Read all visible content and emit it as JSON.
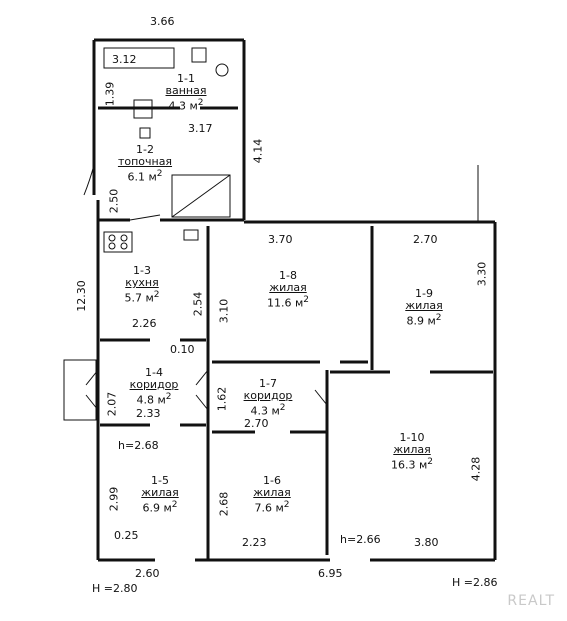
{
  "overall_dims": {
    "top_width": "3.66",
    "left_height": "12.30",
    "bottom_left": "2.60",
    "bottom_right": "6.95",
    "H_left": "H =2.80",
    "H_right": "H =2.86"
  },
  "rooms": [
    {
      "id": "1-1",
      "name": "ванная",
      "area": "4.3 м"
    },
    {
      "id": "1-2",
      "name": "топочная",
      "area": "6.1 м"
    },
    {
      "id": "1-3",
      "name": "кухня",
      "area": "5.7 м"
    },
    {
      "id": "1-4",
      "name": "коридор",
      "area": "4.8 м"
    },
    {
      "id": "1-5",
      "name": "жилая",
      "area": "6.9 м"
    },
    {
      "id": "1-6",
      "name": "жилая",
      "area": "7.6 м"
    },
    {
      "id": "1-7",
      "name": "коридор",
      "area": "4.3 м"
    },
    {
      "id": "1-8",
      "name": "жилая",
      "area": "11.6 м"
    },
    {
      "id": "1-9",
      "name": "жилая",
      "area": "8.9 м"
    },
    {
      "id": "1-10",
      "name": "жилая",
      "area": "16.3 м"
    }
  ],
  "area_unit_exp": "2",
  "inner_dims": {
    "d312": "3.12",
    "d139": "1.39",
    "d317": "3.17",
    "d414": "4.14",
    "d250": "2.50",
    "d370": "3.70",
    "d270a": "2.70",
    "d330": "3.30",
    "d254": "2.54",
    "d310": "3.10",
    "d226": "2.26",
    "d010": "0.10",
    "d207": "2.07",
    "d233": "2.33",
    "d162": "1.62",
    "d270b": "2.70",
    "h268": "h=2.68",
    "d299": "2.99",
    "d025": "0.25",
    "d268": "2.68",
    "d223": "2.23",
    "h266": "h=2.66",
    "d380": "3.80",
    "d428": "4.28"
  },
  "watermark": "REALT"
}
